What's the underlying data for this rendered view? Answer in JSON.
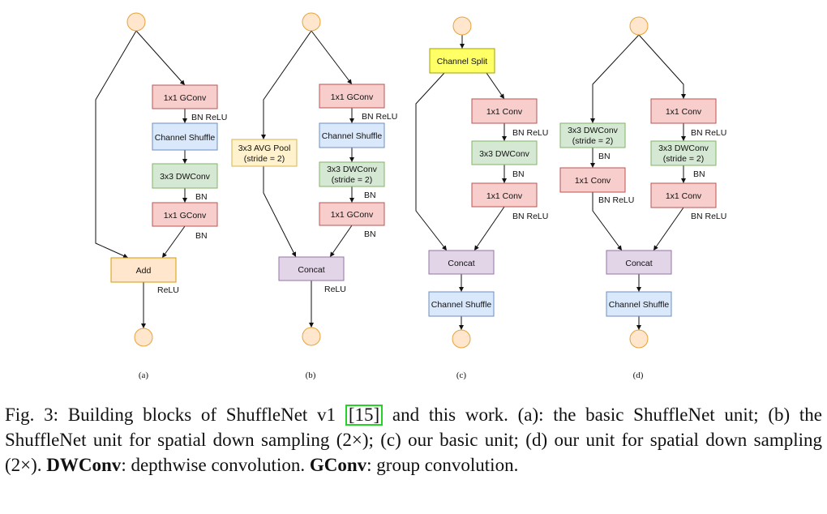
{
  "diagram": {
    "colors": {
      "gconv": "#f8cecc",
      "gconv_border": "#b85450",
      "shuffle": "#dae8fc",
      "shuffle_border": "#6c8ebf",
      "dwconv": "#d5e8d4",
      "dwconv_border": "#82b366",
      "add": "#ffe6cc",
      "add_border": "#d79b00",
      "pool": "#fff2cc",
      "pool_border": "#d6b656",
      "concat": "#e1d5e7",
      "concat_border": "#9673a6",
      "split": "#ffff66",
      "split_border": "#a0a000",
      "node": "#ffe6cc",
      "node_border": "#e8a33a"
    },
    "panel_a": {
      "gconv1": "1x1 GConv",
      "shuffle": "Channel Shuffle",
      "dwconv": "3x3 DWConv",
      "gconv2": "1x1 GConv",
      "add": "Add",
      "bn_relu_1": "BN ReLU",
      "bn_1": "BN",
      "bn_2": "BN",
      "relu": "ReLU",
      "sublabel": "(a)"
    },
    "panel_b": {
      "pool_line1": "3x3 AVG Pool",
      "pool_line2": "(stride = 2)",
      "gconv1": "1x1 GConv",
      "shuffle": "Channel Shuffle",
      "dwconv_line1": "3x3 DWConv",
      "dwconv_line2": "(stride = 2)",
      "gconv2": "1x1 GConv",
      "concat": "Concat",
      "bn_relu_1": "BN ReLU",
      "bn_1": "BN",
      "bn_2": "BN",
      "relu": "ReLU",
      "sublabel": "(b)"
    },
    "panel_c": {
      "split": "Channel Split",
      "conv1": "1x1 Conv",
      "dwconv": "3x3 DWConv",
      "conv2": "1x1 Conv",
      "concat": "Concat",
      "shuffle": "Channel Shuffle",
      "bn_relu_1": "BN ReLU",
      "bn_1": "BN",
      "bn_relu_2": "BN ReLU",
      "sublabel": "(c)"
    },
    "panel_d": {
      "left_dw_line1": "3x3 DWConv",
      "left_dw_line2": "(stride = 2)",
      "left_conv": "1x1 Conv",
      "right_conv1": "1x1 Conv",
      "right_dw_line1": "3x3 DWConv",
      "right_dw_line2": "(stride = 2)",
      "right_conv2": "1x1 Conv",
      "concat": "Concat",
      "shuffle": "Channel Shuffle",
      "left_bn": "BN",
      "left_bn_relu": "BN ReLU",
      "right_bn_relu_1": "BN ReLU",
      "right_bn": "BN",
      "right_bn_relu_2": "BN ReLU",
      "sublabel": "(d)"
    }
  },
  "caption": {
    "prefix": "Fig. 3: Building blocks of ShuffleNet v1",
    "ref": "[15]",
    "part1": "and this work. (a): the basic ShuffleNet unit; (b) the ShuffleNet unit for spatial down sampling (2×); (c) our basic unit; (d) our unit for spatial down sampling (2×).",
    "term1": "DWConv",
    "def1": ": depthwise convolution.",
    "term2": "GConv",
    "def2": ": group convolution."
  }
}
